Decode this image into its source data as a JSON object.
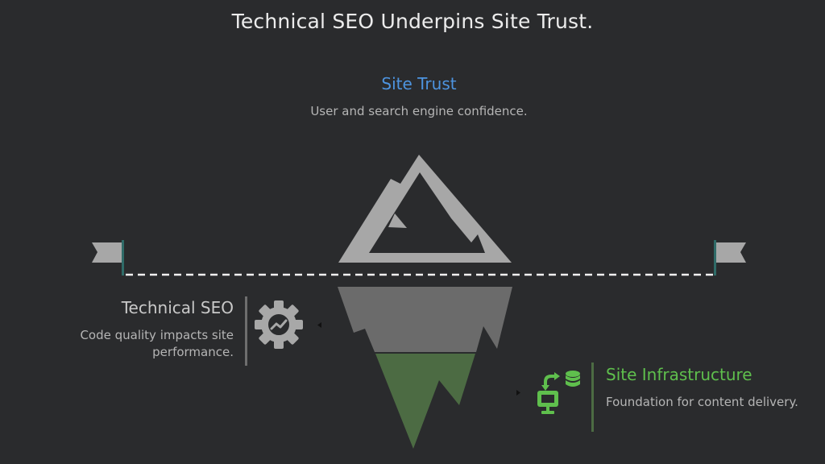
{
  "title": "Technical SEO Underpins Site Trust.",
  "tip": {
    "heading": "Site Trust",
    "description": "User and search engine confidence.",
    "icon": "mountain-peak-icon",
    "color": "#4d94e0"
  },
  "left_section": {
    "heading": "Technical SEO",
    "description": "Code quality impacts site performance.",
    "icon": "gear-chart-icon",
    "color": "#a8a8a8"
  },
  "right_section": {
    "heading": "Site Infrastructure",
    "description": "Foundation for content delivery.",
    "icon": "computer-database-sync-icon",
    "color": "#5fbf4d"
  },
  "waterline": {
    "left_flag": "flag-icon",
    "right_flag": "flag-icon",
    "style": "dashed"
  },
  "iceberg_layers": [
    {
      "name": "above-water",
      "color": "#a7a7a7"
    },
    {
      "name": "technical-seo-layer",
      "color": "#6b6b6b"
    },
    {
      "name": "site-infrastructure-layer",
      "color": "#4c6b43"
    }
  ]
}
